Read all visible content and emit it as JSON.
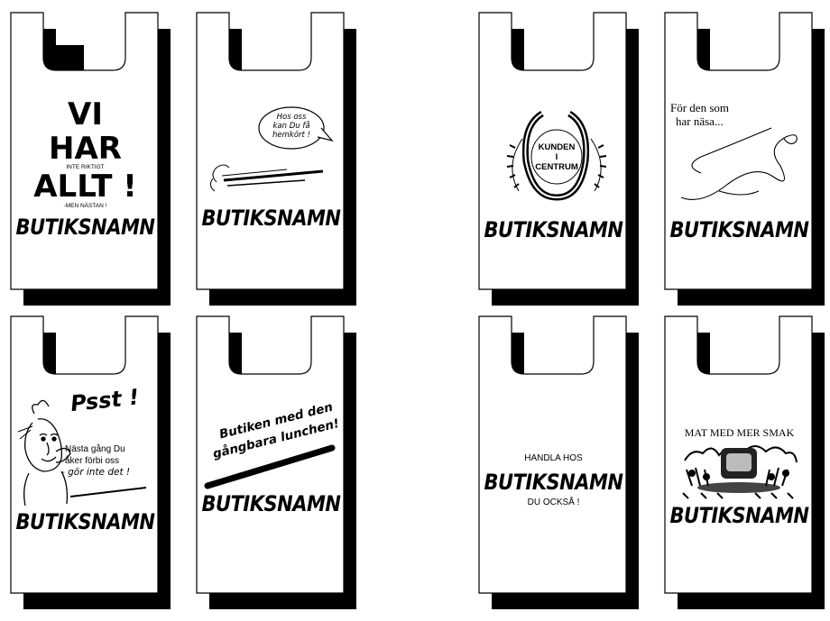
{
  "bags": [
    {
      "brand": "BUTIKSNAMN",
      "lines": [
        "VI",
        "HAR",
        "INTE RIKTIGT",
        "ALLT !",
        "-MEN NÄSTAN !"
      ]
    },
    {
      "brand": "BUTIKSNAMN",
      "bubble": [
        "Hos oss",
        "kan Du få",
        "hemkört !"
      ]
    },
    {
      "brand": "BUTIKSNAMN",
      "badge": [
        "KUNDEN",
        "I",
        "CENTRUM"
      ]
    },
    {
      "brand": "BUTIKSNAMN",
      "lines": [
        "För den som",
        "har näsa..."
      ]
    },
    {
      "brand": "BUTIKSNAMN",
      "headline": "Psst !",
      "lines": [
        "Nästa gång Du",
        "åker förbi oss",
        "- gör inte det !"
      ]
    },
    {
      "brand": "BUTIKSNAMN",
      "lines": [
        "Butiken med den",
        "gångbara lunchen!"
      ]
    },
    {
      "brand": "BUTIKSNAMN",
      "above": "HANDLA HOS",
      "below": "DU OCKSÅ !"
    },
    {
      "brand": "BUTIKSNAMN",
      "headline": "MAT MED MER SMAK"
    }
  ]
}
